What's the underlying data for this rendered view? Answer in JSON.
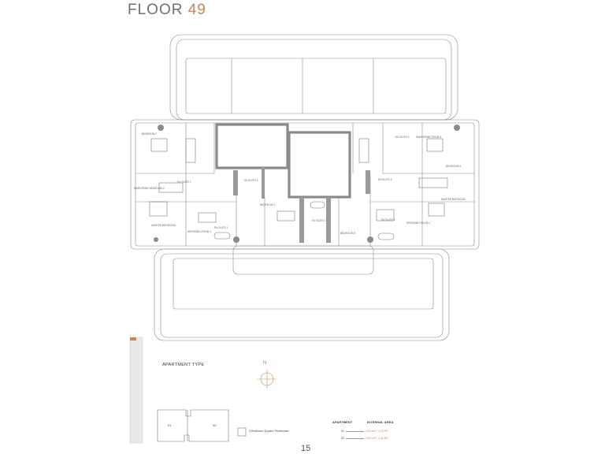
{
  "title": {
    "word": "FLOOR",
    "number": "49"
  },
  "rooms": {
    "bedroom2": "BEDROOM 2",
    "wardrobe_left": "WARDROBE BEDROOM 2",
    "ensuite2": "EN SUITE 2",
    "master_bedroom_left": "MASTER BEDROOM",
    "dressing_room_left": "DRESSING ROOM 1",
    "master_ensuite_left": "EN SUITE 1",
    "bedroom3": "BEDROOM 3",
    "ensuite3": "EN SUITE 3",
    "wardrobe_right": "WARDROBE ROOM 3",
    "ensuite_right_top": "EN SUITE 3",
    "bedroom_right": "BEDROOM 3",
    "master_bedroom_right": "MASTER BEDROOM",
    "bedroom_mid": "BEDROOM 1",
    "ensuite_mid": "EN SUITE 1",
    "dressing_room_right": "DRESSING ROOM 1",
    "ensuite_right_bottom": "EN SUITE 1"
  },
  "apartment_type": {
    "heading": "APARTMENT TYPE",
    "units": [
      "01",
      "02"
    ],
    "legend": "3 Bedroom Duplex Penthouse"
  },
  "north": "N",
  "areas": {
    "head_apartment": "APARTMENT",
    "head_area": "INTERNAL AREA",
    "rows": [
      {
        "unit": "01",
        "value": "120.5m² / 1,297ft²"
      },
      {
        "unit": "02",
        "value": "132.1m² / 1,421ft²"
      }
    ]
  },
  "page_number": "15"
}
